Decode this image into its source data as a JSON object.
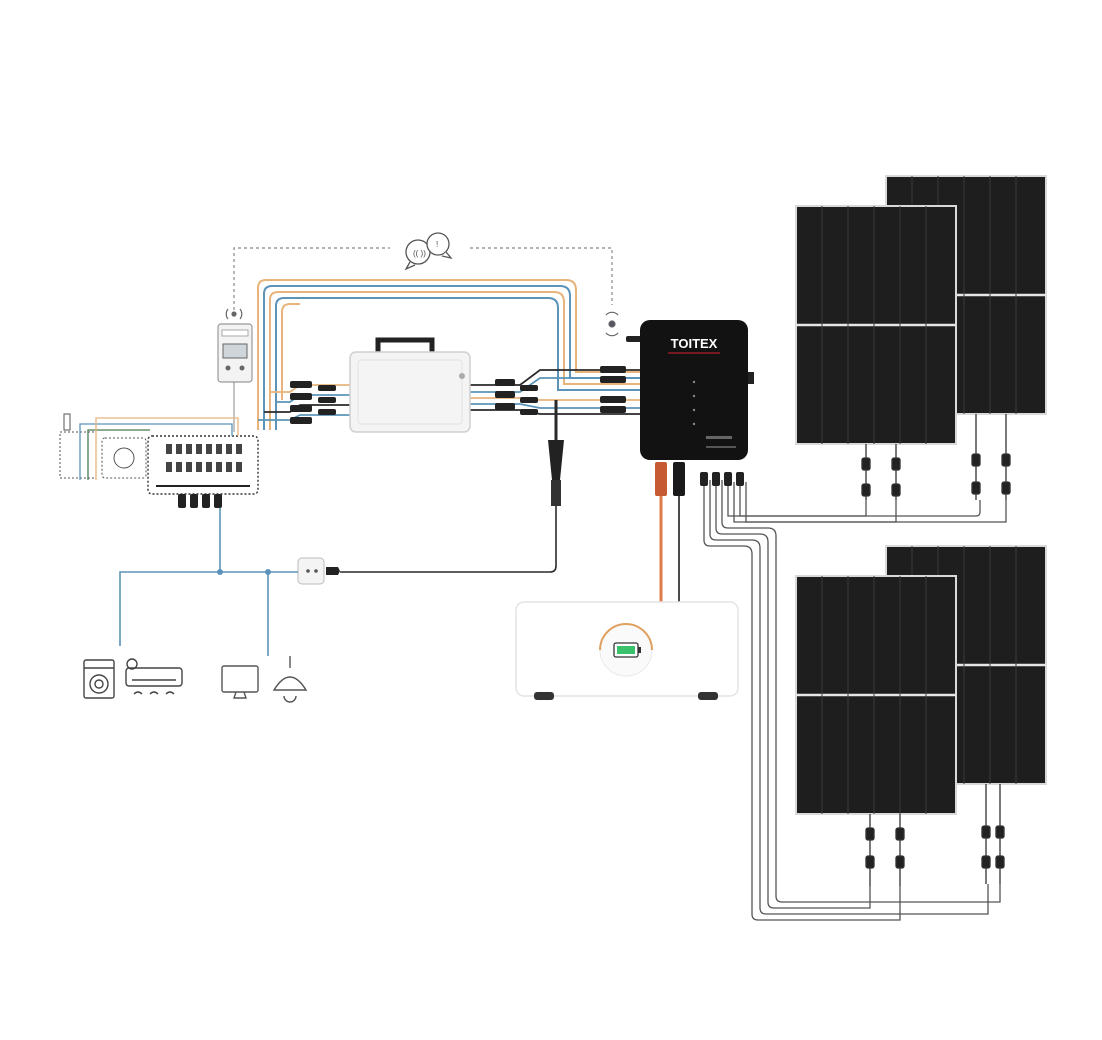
{
  "brand": {
    "logo_text": "TOITEX",
    "colors": {
      "panel": "#1e1e1e",
      "panel_frame": "#d9d9d9",
      "wire_blue": "#5b94b8",
      "wire_orange": "#e8b47c",
      "wire_dark": "#2a2a2a",
      "battery_cable": "#e07a4a",
      "battery_led": "#39c26b"
    }
  },
  "devices": {
    "hybrid_inverter": {
      "icon": "hybrid-inverter-box"
    },
    "micro_inverter": {
      "icon": "micro-inverter"
    },
    "smart_meter": {
      "icon": "din-rail-meter"
    },
    "distribution_board": {
      "icon": "fuse-box"
    },
    "battery": {
      "icon": "battery-storage",
      "indicator_icon": "battery-charge-icon"
    },
    "wall_socket": {
      "icon": "schuko-socket"
    },
    "solar_panels": {
      "icon": "solar-panel",
      "count": 4
    },
    "comms": {
      "icon": "chat-bubbles-icon"
    },
    "appliances": [
      {
        "icon": "washing-machine-icon"
      },
      {
        "icon": "air-conditioner-icon"
      },
      {
        "icon": "monitor-icon"
      },
      {
        "icon": "ceiling-lamp-icon"
      }
    ]
  }
}
